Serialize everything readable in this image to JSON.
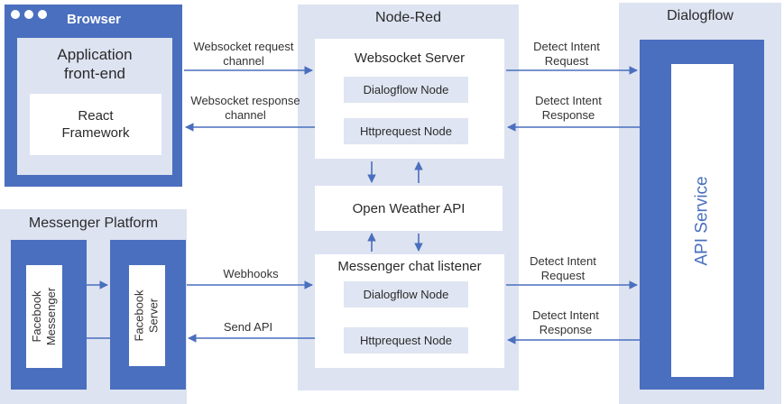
{
  "colors": {
    "light": "#dde3f1",
    "blue": "#4a6fbe",
    "arrow": "#4a6fbe"
  },
  "browser": {
    "title": "Browser",
    "app": "Application\nfront-end",
    "react": "React\nFramework"
  },
  "node_red": {
    "title": "Node-Red",
    "ws_server": {
      "title": "Websocket Server",
      "node1": "Dialogflow Node",
      "node2": "Httprequest Node"
    },
    "weather": "Open Weather API",
    "msg_listener": {
      "title": "Messenger chat listener",
      "node1": "Dialogflow Node",
      "node2": "Httprequest Node"
    }
  },
  "dialogflow": {
    "title": "Dialogflow",
    "api_service": "API Service"
  },
  "messenger": {
    "title": "Messenger Platform",
    "fb_messenger": "Facebook\nMessenger",
    "fb_server": "Facebook\nServer"
  },
  "edges": {
    "ws_request": "Websocket request\nchannel",
    "ws_response": "Websocket response\nchannel",
    "detect_req_top": "Detect Intent\nRequest",
    "detect_resp_top": "Detect Intent\nResponse",
    "webhooks": "Webhooks",
    "send_api": "Send API",
    "detect_req_bottom": "Detect Intent\nRequest",
    "detect_resp_bottom": "Detect Intent\nResponse"
  }
}
